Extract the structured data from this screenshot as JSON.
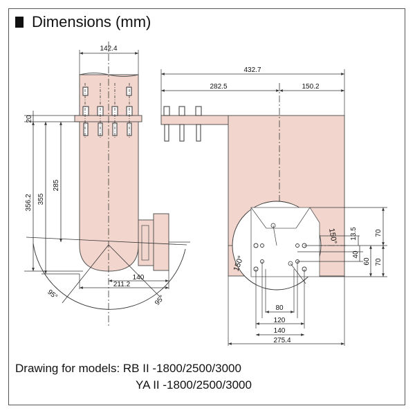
{
  "title": "Dimensions (mm)",
  "colors": {
    "body": "#f2d5cc",
    "outline": "#555555",
    "line": "#333333",
    "text": "#111111"
  },
  "dimensions": {
    "d_142_4": "142.4",
    "d_432_7": "432.7",
    "d_282_5": "282.5",
    "d_150_2": "150.2",
    "d_20": "20",
    "d_356_2": "356.2",
    "d_355": "355",
    "d_285": "285",
    "d_140_left": "140",
    "d_211_2": "211.2",
    "d_95_left": "95°",
    "d_95_right": "95°",
    "d_13_5": "13.5",
    "d_70_top": "70",
    "d_40": "40",
    "d_60": "60",
    "d_70_bottom": "70",
    "d_150_left": "150°",
    "d_150_right": "150°",
    "d_80": "80",
    "d_120": "120",
    "d_140_bottom": "140",
    "d_275_4": "275.4"
  },
  "caption": {
    "line1": "Drawing for models: RB II -1800/2500/3000",
    "line2": "YA II -1800/2500/3000"
  }
}
